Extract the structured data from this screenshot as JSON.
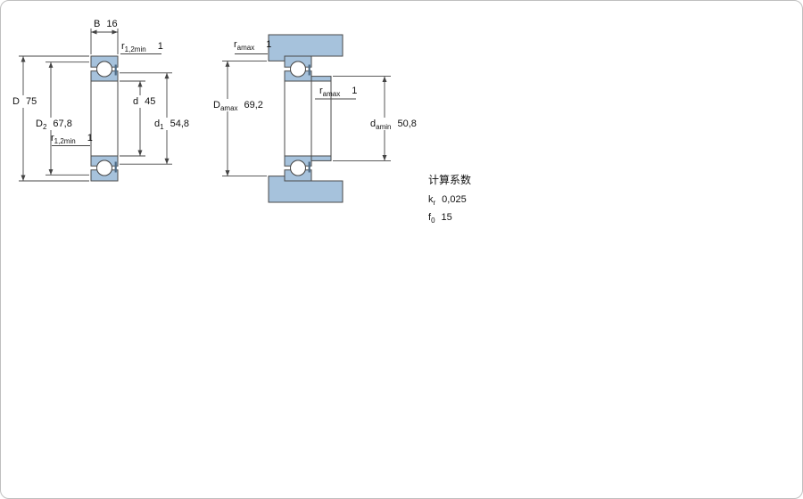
{
  "colors": {
    "bearing_fill": "#a6c2dc",
    "outline": "#4a4a4a",
    "dimension_lines": "#444444"
  },
  "views": {
    "left": {
      "dims": {
        "B": {
          "sym": "B",
          "sub": "",
          "val": "16"
        },
        "r_top": {
          "sym": "r",
          "sub": "1,2min",
          "val": "1"
        },
        "D": {
          "sym": "D",
          "sub": "",
          "val": "75"
        },
        "D2": {
          "sym": "D",
          "sub": "2",
          "val": "67,8"
        },
        "d": {
          "sym": "d",
          "sub": "",
          "val": "45"
        },
        "d1": {
          "sym": "d",
          "sub": "1",
          "val": "54,8"
        },
        "r_bot": {
          "sym": "r",
          "sub": "1,2min",
          "val": "1"
        }
      }
    },
    "right": {
      "dims": {
        "ra_top": {
          "sym": "r",
          "sub": "amax",
          "val": "1"
        },
        "Da": {
          "sym": "D",
          "sub": "amax",
          "val": "69,2"
        },
        "ra_mid": {
          "sym": "r",
          "sub": "amax",
          "val": "1"
        },
        "da": {
          "sym": "d",
          "sub": "amin",
          "val": "50,8"
        }
      }
    }
  },
  "calc_factors": {
    "title": "计算系数",
    "rows": [
      {
        "sym": "k",
        "sub": "r",
        "val": "0,025"
      },
      {
        "sym": "f",
        "sub": "0",
        "val": "15"
      }
    ]
  }
}
